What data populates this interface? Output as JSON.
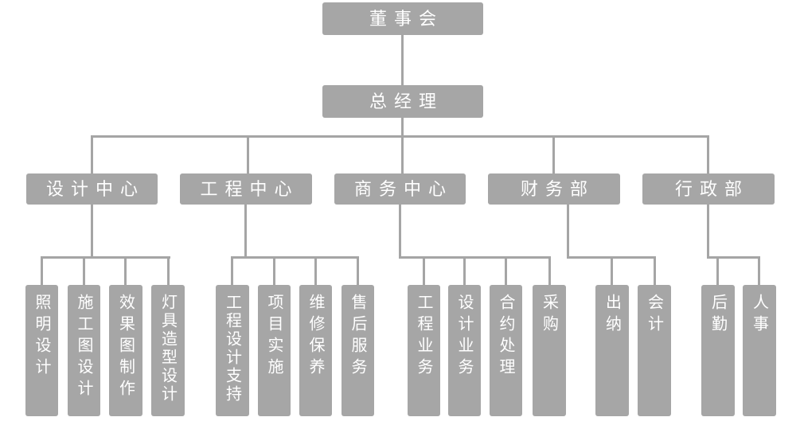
{
  "chart_title": "",
  "colors": {
    "node_fill": "#a6a6a6",
    "connector_line": "#a5a5a5",
    "node_text": "#ffffff",
    "background": "#ffffff"
  },
  "org": {
    "root": {
      "label": "董事会"
    },
    "general_manager": {
      "label": "总经理"
    },
    "departments": [
      {
        "label": "设计中心",
        "children": [
          "照明设计",
          "施工图设计",
          "效果图制作",
          "灯具造型设计"
        ]
      },
      {
        "label": "工程中心",
        "children": [
          "工程设计支持",
          "项目实施",
          "维修保养",
          "售后服务"
        ]
      },
      {
        "label": "商务中心",
        "children": [
          "工程业务",
          "设计业务",
          "合约处理",
          "采购"
        ]
      },
      {
        "label": "财务部",
        "children": [
          "出纳",
          "会计"
        ]
      },
      {
        "label": "行政部",
        "children": [
          "后勤",
          "人事"
        ]
      }
    ]
  }
}
